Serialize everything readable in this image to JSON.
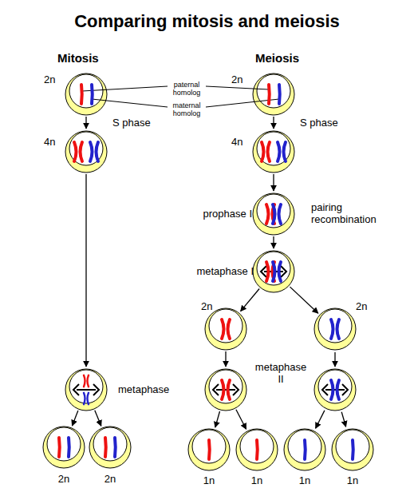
{
  "diagram": {
    "title": "Comparing mitosis and meiosis",
    "nodes": [
      {
        "text": [
          "2n"
        ]
      },
      {
        "text": [
          "4n"
        ]
      },
      {
        "text": [
          "2n"
        ]
      },
      {
        "text": [
          "4n"
        ]
      },
      {
        "text": [
          "prophase I",
          "pairing recombination"
        ]
      },
      {
        "text": [
          "metaphase I"
        ]
      },
      {
        "text": [
          "2n"
        ]
      },
      {
        "text": [
          "2n"
        ]
      },
      {
        "text": [
          "metaphase"
        ]
      },
      {
        "text": [
          "metaphase II"
        ]
      },
      {
        "text": [
          "2n"
        ]
      },
      {
        "text": [
          "2n"
        ]
      },
      {
        "text": [
          "1n"
        ]
      },
      {
        "text": [
          "1n"
        ]
      },
      {
        "text": [
          "1n"
        ]
      },
      {
        "text": [
          "1n"
        ]
      }
    ],
    "edges": [
      {
        "from": 0,
        "to": 1,
        "arrow": "to",
        "label": "S phase"
      },
      {
        "from": 2,
        "to": 3,
        "arrow": "to",
        "label": "S phase"
      },
      {
        "from": 3,
        "to": 4,
        "arrow": "to"
      },
      {
        "from": 4,
        "to": 5,
        "arrow": "to"
      },
      {
        "from": 5,
        "to": 6,
        "arrow": "to"
      },
      {
        "from": 5,
        "to": 7,
        "arrow": "to"
      },
      {
        "from": 1,
        "to": 8,
        "arrow": "to"
      },
      {
        "from": 8,
        "to": 10,
        "arrow": "to"
      },
      {
        "from": 8,
        "to": 11,
        "arrow": "to"
      },
      {
        "from": 6,
        "to": 9,
        "arrow": "to"
      },
      {
        "from": 9,
        "to": 12,
        "arrow": "to"
      },
      {
        "from": 9,
        "to": 13,
        "arrow": "to"
      }
    ],
    "labels": [
      "Mitosis",
      "Meiosis",
      "paternal homolog",
      "maternal homolog"
    ]
  }
}
